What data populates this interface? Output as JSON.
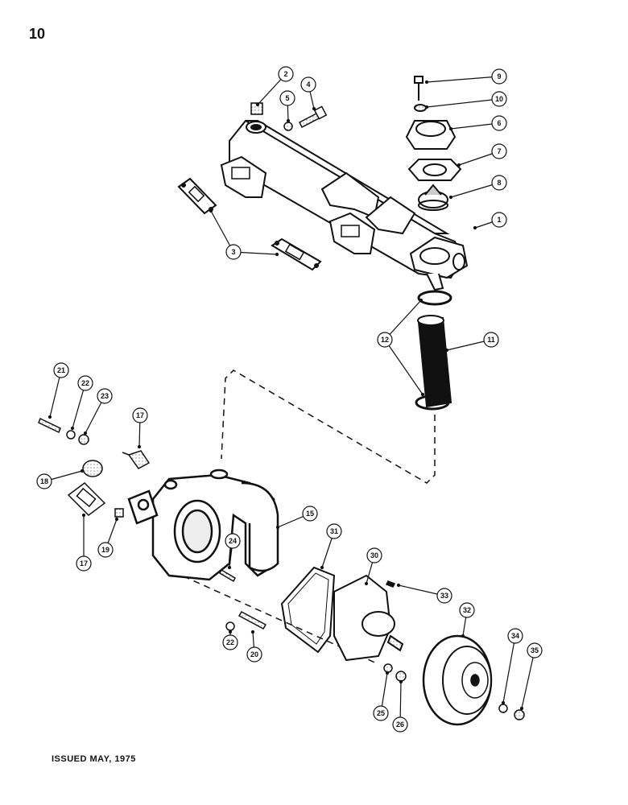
{
  "page": {
    "number": "10",
    "issued": "ISSUED MAY, 1975"
  },
  "callouts": [
    {
      "id": "c1",
      "label": "1"
    },
    {
      "id": "c2",
      "label": "2"
    },
    {
      "id": "c3",
      "label": "3"
    },
    {
      "id": "c4",
      "label": "4"
    },
    {
      "id": "c5",
      "label": "5"
    },
    {
      "id": "c6",
      "label": "6"
    },
    {
      "id": "c7",
      "label": "7"
    },
    {
      "id": "c8",
      "label": "8"
    },
    {
      "id": "c9",
      "label": "9"
    },
    {
      "id": "c10",
      "label": "10"
    },
    {
      "id": "c11",
      "label": "11"
    },
    {
      "id": "c12",
      "label": "12"
    },
    {
      "id": "c15",
      "label": "15"
    },
    {
      "id": "c17a",
      "label": "17"
    },
    {
      "id": "c17b",
      "label": "17"
    },
    {
      "id": "c18",
      "label": "18"
    },
    {
      "id": "c19",
      "label": "19"
    },
    {
      "id": "c20",
      "label": "20"
    },
    {
      "id": "c21",
      "label": "21"
    },
    {
      "id": "c22a",
      "label": "22"
    },
    {
      "id": "c22b",
      "label": "22"
    },
    {
      "id": "c23",
      "label": "23"
    },
    {
      "id": "c24",
      "label": "24"
    },
    {
      "id": "c25",
      "label": "25"
    },
    {
      "id": "c26",
      "label": "26"
    },
    {
      "id": "c30",
      "label": "30"
    },
    {
      "id": "c31",
      "label": "31"
    },
    {
      "id": "c32",
      "label": "32"
    },
    {
      "id": "c33",
      "label": "33"
    },
    {
      "id": "c34",
      "label": "34"
    },
    {
      "id": "c35",
      "label": "35"
    }
  ]
}
